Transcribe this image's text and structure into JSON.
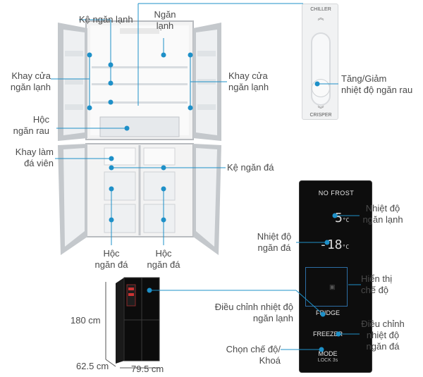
{
  "labels": {
    "ke_ngan_lanh": "Kệ ngăn lạnh",
    "ngan_lanh_1": "Ngăn",
    "ngan_lanh_2": "lạnh",
    "khay_cua_left_1": "Khay cửa",
    "khay_cua_left_2": "ngăn lạnh",
    "khay_cua_right_1": "Khay cửa",
    "khay_cua_right_2": "ngăn lạnh",
    "hoc_ngan_rau_1": "Hộc",
    "hoc_ngan_rau_2": "ngăn rau",
    "khay_lam_da_1": "Khay làm",
    "khay_lam_da_2": "đá viên",
    "ke_ngan_da": "Kệ ngăn đá",
    "hoc_ngan_da_left_1": "Hộc",
    "hoc_ngan_da_left_2": "ngăn đá",
    "hoc_ngan_da_right_1": "Hộc",
    "hoc_ngan_da_right_2": "ngăn đá",
    "tang_giam_1": "Tăng/Giảm",
    "tang_giam_2": "nhiệt độ ngăn rau",
    "nhiet_do_ngan_lanh_1": "Nhiệt độ",
    "nhiet_do_ngan_lanh_2": "ngăn lạnh",
    "nhiet_do_ngan_da_1": "Nhiệt độ",
    "nhiet_do_ngan_da_2": "ngăn đá",
    "hien_thi_1": "Hiển thị",
    "hien_thi_2": "chế độ",
    "dieu_chinh_lanh_1": "Điều chỉnh nhiệt độ",
    "dieu_chinh_lanh_2": "ngăn lạnh",
    "dieu_chinh_da_1": "Điều chỉnh",
    "dieu_chinh_da_2": "nhiệt độ",
    "dieu_chinh_da_3": "ngăn đá",
    "chon_che_do_1": "Chọn chế độ/",
    "chon_che_do_2": "Khoá"
  },
  "chiller_panel": {
    "top_label": "CHILLER",
    "bottom_label": "CRISPER"
  },
  "control_panel": {
    "brand": "NO FROST",
    "fridge_temp": "5",
    "freezer_temp": "-18",
    "unit": "°C",
    "fridge_button": "FRIDGE",
    "freezer_button": "FREEZER",
    "mode_button": "MODE",
    "lock_hint": "LOCK 3s"
  },
  "dimensions": {
    "height": "180 cm",
    "depth": "62.5 cm",
    "width": "79.5 cm"
  },
  "colors": {
    "pointer_line": "#1e90c8",
    "panel_bg": "#0d0d0d",
    "fridge_body": "#c9ccd0"
  }
}
